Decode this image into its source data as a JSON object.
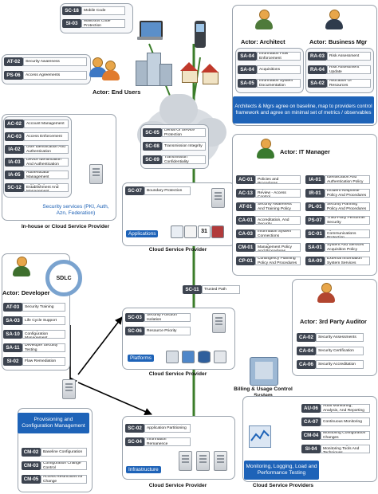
{
  "colors": {
    "accent_blue": "#1e63b8",
    "code_dark": "#3d4450",
    "line_green": "#3b7d2a",
    "arrow_black": "#000000"
  },
  "top_controls": [
    {
      "code": "SC-18",
      "desc": "Mobile Code"
    },
    {
      "code": "SI-03",
      "desc": "Malicious Code Protection"
    }
  ],
  "end_users": {
    "actor": "Actor: End Users",
    "controls": [
      {
        "code": "AT-02",
        "desc": "Security Awareness"
      },
      {
        "code": "PS-06",
        "desc": "Access Agreements"
      }
    ]
  },
  "architect": {
    "actor": "Actor: Architect",
    "controls": [
      {
        "code": "SA-04",
        "desc": "Information Flow Enforcement"
      },
      {
        "code": "SA-04",
        "desc": "Acquisitions"
      },
      {
        "code": "SA-05",
        "desc": "Information System Documentation"
      }
    ]
  },
  "business_mgr": {
    "actor": "Actor: Business Mgr",
    "controls": [
      {
        "code": "RA-03",
        "desc": "Risk Assessment"
      },
      {
        "code": "RA-04",
        "desc": "Risk Assessment Update"
      },
      {
        "code": "SA-02",
        "desc": "Allocation Of Resources"
      }
    ]
  },
  "architects_note": "Architects & Mgrs agree on baseline, map to providers control framework and agree on minimal set of metrics / observables",
  "cloud_controls": [
    {
      "code": "SC-05",
      "desc": "Denial Of Service Protection"
    },
    {
      "code": "SC-08",
      "desc": "Transmission Integrity"
    },
    {
      "code": "SC-09",
      "desc": "Transmission Confidentiality"
    }
  ],
  "security_services": {
    "controls": [
      {
        "code": "AC-02",
        "desc": "Account Management"
      },
      {
        "code": "AC-03",
        "desc": "Access Enforcement"
      },
      {
        "code": "IA-02",
        "desc": "User Identification And Authentication"
      },
      {
        "code": "IA-03",
        "desc": "Device Identification And Authentication"
      },
      {
        "code": "IA-05",
        "desc": "Authenticator Management"
      },
      {
        "code": "SC-12",
        "desc": "Cryptographic Key Establishment And Management"
      }
    ],
    "label": "Security services (PKI, Auth, Azn, Federation)",
    "caption": "In-house or Cloud Service Provider"
  },
  "applications": {
    "control": {
      "code": "SC-07",
      "desc": "Boundary Protection"
    },
    "label": "Applications",
    "caption": "Cloud Service Provider",
    "calendar_day": "31"
  },
  "it_manager": {
    "actor": "Actor: IT Manager",
    "left": [
      {
        "code": "AC-01",
        "desc": "Access Control Policies and Procedures"
      },
      {
        "code": "AC-13",
        "desc": "Supervision And Review - Access Control"
      },
      {
        "code": "AT-01",
        "desc": "Security Awareness And Training Policy"
      },
      {
        "code": "CA-01",
        "desc": "Certification, Accreditation, And Security"
      },
      {
        "code": "CA-03",
        "desc": "Information System Connections"
      },
      {
        "code": "CM-01",
        "desc": "Configuration Management Policy And Procedures"
      },
      {
        "code": "CP-01",
        "desc": "Contingency Planning Policy And Procedures"
      }
    ],
    "right": [
      {
        "code": "IA-01",
        "desc": "Identification And Authentication Policy"
      },
      {
        "code": "IR-01",
        "desc": "Incident Response Policy And Procedures"
      },
      {
        "code": "PL-01",
        "desc": "Security Planning Policy And Procedures"
      },
      {
        "code": "PS-07",
        "desc": "Third-Party Personnel Security"
      },
      {
        "code": "SC-01",
        "desc": "System And Communications Protection"
      },
      {
        "code": "SA-01",
        "desc": "System And Services Acquisition Policy"
      },
      {
        "code": "SA-09",
        "desc": "External Information System Services"
      }
    ]
  },
  "trusted_path": {
    "code": "SC-11",
    "desc": "Trusted Path"
  },
  "developer": {
    "actor": "Actor: Developer",
    "sdlc": "SDLC",
    "controls": [
      {
        "code": "AT-03",
        "desc": "Security Training"
      },
      {
        "code": "SA-03",
        "desc": "Life Cycle Support"
      },
      {
        "code": "SA-10",
        "desc": "Developer Configuration Management"
      },
      {
        "code": "SA-11",
        "desc": "Developer Security Testing"
      },
      {
        "code": "SI-02",
        "desc": "Flaw Remediation"
      }
    ]
  },
  "platforms": {
    "controls": [
      {
        "code": "SC-03",
        "desc": "Security Function Isolation"
      },
      {
        "code": "SC-06",
        "desc": "Resource Priority"
      }
    ],
    "label": "Platforms",
    "caption": "Cloud Service Provider"
  },
  "auditor": {
    "actor": "Actor: 3rd Party Auditor",
    "controls": [
      {
        "code": "CA-02",
        "desc": "Security Assessments"
      },
      {
        "code": "CA-04",
        "desc": "Security Certification"
      },
      {
        "code": "CA-06",
        "desc": "Security Accreditation"
      }
    ]
  },
  "billing": "Billing & Usage Control System",
  "provisioning": {
    "label": "Provisioning and Configuration Management",
    "controls": [
      {
        "code": "CM-02",
        "desc": "Baseline Configuration"
      },
      {
        "code": "CM-03",
        "desc": "Configuration Change Control"
      },
      {
        "code": "CM-05",
        "desc": "Access Restrictions for Change"
      }
    ]
  },
  "infrastructure": {
    "controls": [
      {
        "code": "SC-02",
        "desc": "Application Partitioning"
      },
      {
        "code": "SC-04",
        "desc": "Information Remanence"
      }
    ],
    "label": "Infrastructure",
    "caption": "Cloud Service Provider"
  },
  "monitoring": {
    "controls": [
      {
        "code": "AU-06",
        "desc": "Audit Monitoring, Analysis, And Reporting"
      },
      {
        "code": "CA-07",
        "desc": "Continuous Monitoring"
      },
      {
        "code": "CM-04",
        "desc": "Monitoring Configuration Changes"
      },
      {
        "code": "SI-04",
        "desc": "Information System Monitoring Tools And Techniques"
      }
    ],
    "label": "Monitoring, Logging, Load and Performance Testing",
    "caption": "Cloud Service Providers"
  }
}
